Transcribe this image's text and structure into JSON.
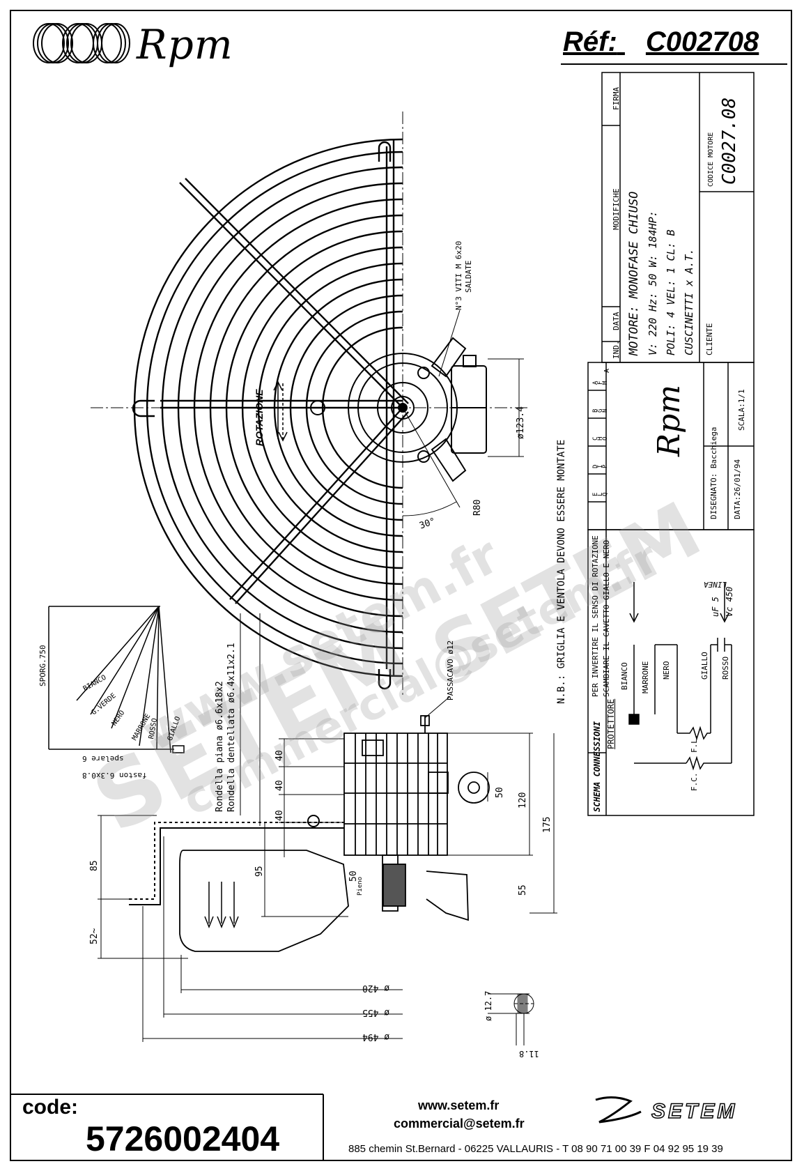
{
  "header": {
    "brand": "Rpm",
    "ref_label": "Réf:",
    "ref_value": "C002708"
  },
  "title_block": {
    "firma": "FIRMA",
    "modifiche": "MODIFICHE",
    "data": "DATA",
    "ind": "IND.",
    "motor_line": "MOTORE: MONOFASE CHIUSO",
    "spec_line1": "V: 220      Hz: 50     W: 184HP:",
    "spec_line2": "POLI: 4     VEL: 1     CL: B",
    "spec_line3": "CUSCINETTI x A.T.",
    "cliente": "CLIENTE",
    "codice_motore_label": "CODICE MOTORE",
    "codice_motore": "C0027.08",
    "disegnato": "DISEGNATO: Bacchiega",
    "date": "DATA:26/01/94",
    "scala": "SCALA:1/1",
    "letters_row1": [
      "A",
      "B",
      "C",
      "D",
      "E"
    ],
    "letters_row2": [
      "F",
      "G",
      "H",
      "I",
      "L"
    ],
    "letters_row3": [
      "M",
      "N",
      "O",
      "P",
      "Q"
    ]
  },
  "connections": {
    "title": "SCHEMA CONNESSIONI",
    "protettore": "PROTETTORE",
    "note1": "PER INVERTIRE IL SENSO DI ROTAZIONE",
    "note2": "SCAMBIARE IL CAVETTO GIALLO E NERO",
    "linea": "LINEA",
    "wires": [
      "BIANCO",
      "MARRONE",
      "NERO",
      "GIALLO",
      "ROSSO"
    ],
    "fl": "F.L.",
    "fc": "F.C.",
    "uf": "uF 5",
    "vc": "Vc 450"
  },
  "notes": {
    "montate": "N.B.: GRIGLIA E VENTOLA DEVONO ESSERE MONTATE",
    "viti": "N°3 VITI M 6x20",
    "saldate": "SALDATE",
    "rotazione": "ROTAZIONE",
    "passacavo": "PASSACAVO ø12",
    "rondella1": "Rondella piana ø6.6x18x2",
    "rondella2": "Rondella dentellata ø6.4x11x2.1",
    "sporg": "SPORG.750",
    "pieno": "Pieno"
  },
  "wires_left": [
    "BIANCO",
    "G.VERDE",
    "NERO",
    "MARRONE",
    "ROSSO",
    "GIALLO"
  ],
  "wire_notes": {
    "spelare": "spelare 6",
    "faston": "faston 6.3x0.8"
  },
  "dimensions": {
    "d123": "ø123.4",
    "r80": "R80",
    "angle": "30°",
    "d40a": "40",
    "d40b": "40",
    "d40c": "40",
    "d50": "50",
    "d120": "120",
    "d175": "175",
    "d95": "95",
    "d50b": "50",
    "d55": "55",
    "d85": "85",
    "d52": "52~",
    "d420": "ø 420",
    "d455": "ø 455",
    "d494": "ø 494",
    "d12": "ø 12.7",
    "d11": "11.8"
  },
  "watermark": {
    "big": "SETEM",
    "site": "www.setem.fr",
    "mail": "commercial@setem.fr"
  },
  "footer": {
    "code_label": "code:",
    "code_value": "5726002404",
    "website": "www.setem.fr",
    "email": "commercial@setem.fr",
    "address": "885 chemin St.Bernard  -  06225 VALLAURIS  -  T 08 90 71 00 39   F 04 92 95 19 39",
    "logo": "SETEM"
  }
}
